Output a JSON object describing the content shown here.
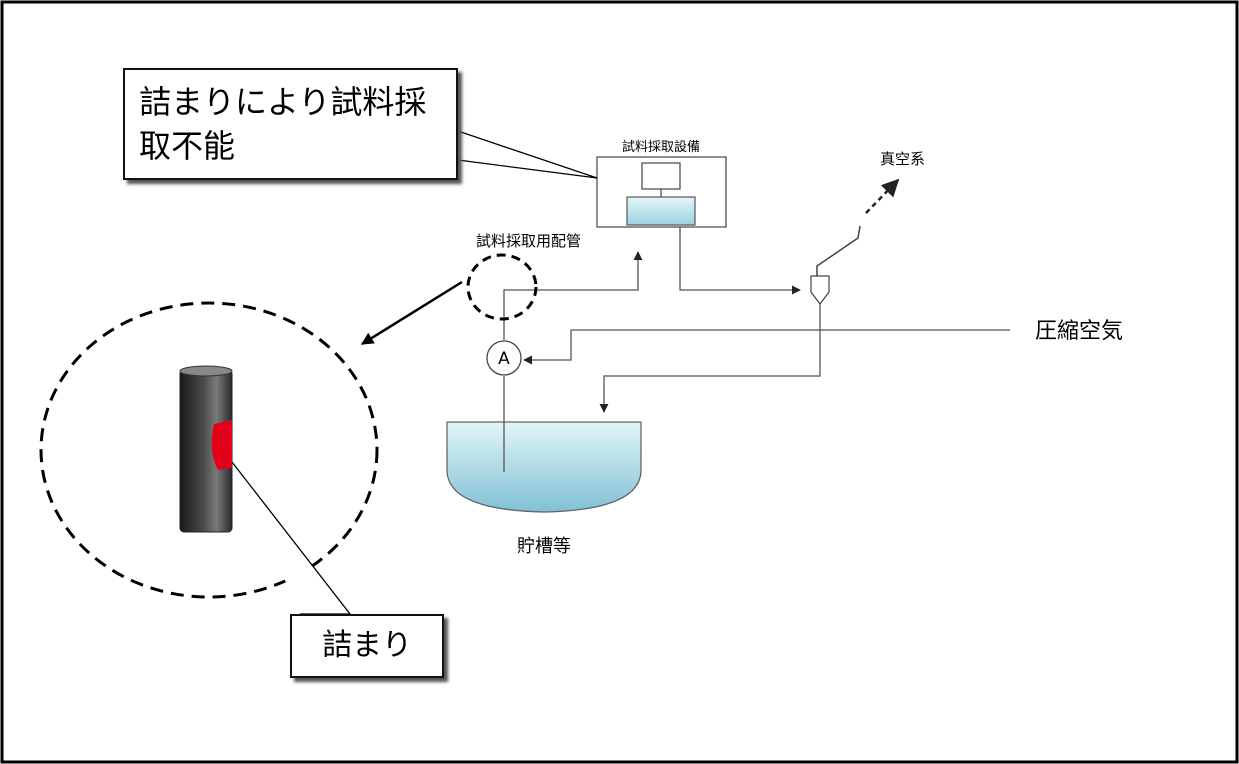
{
  "callouts": {
    "blockage_line1": "詰まりにより試料採",
    "blockage_line2": "取不能",
    "clog": "詰まり"
  },
  "labels": {
    "sampler": "試料採取設備",
    "sampling_pipe": "試料採取用配管",
    "vacuum": "真空系",
    "compressed_air": "圧縮空気",
    "tank": "貯槽等",
    "airlift_symbol": "A"
  },
  "colors": {
    "liquid": "#bfe6ef",
    "liquid_dark": "#8ccad9",
    "clog": "#e3001b",
    "pipe": "#3a3a3a"
  }
}
